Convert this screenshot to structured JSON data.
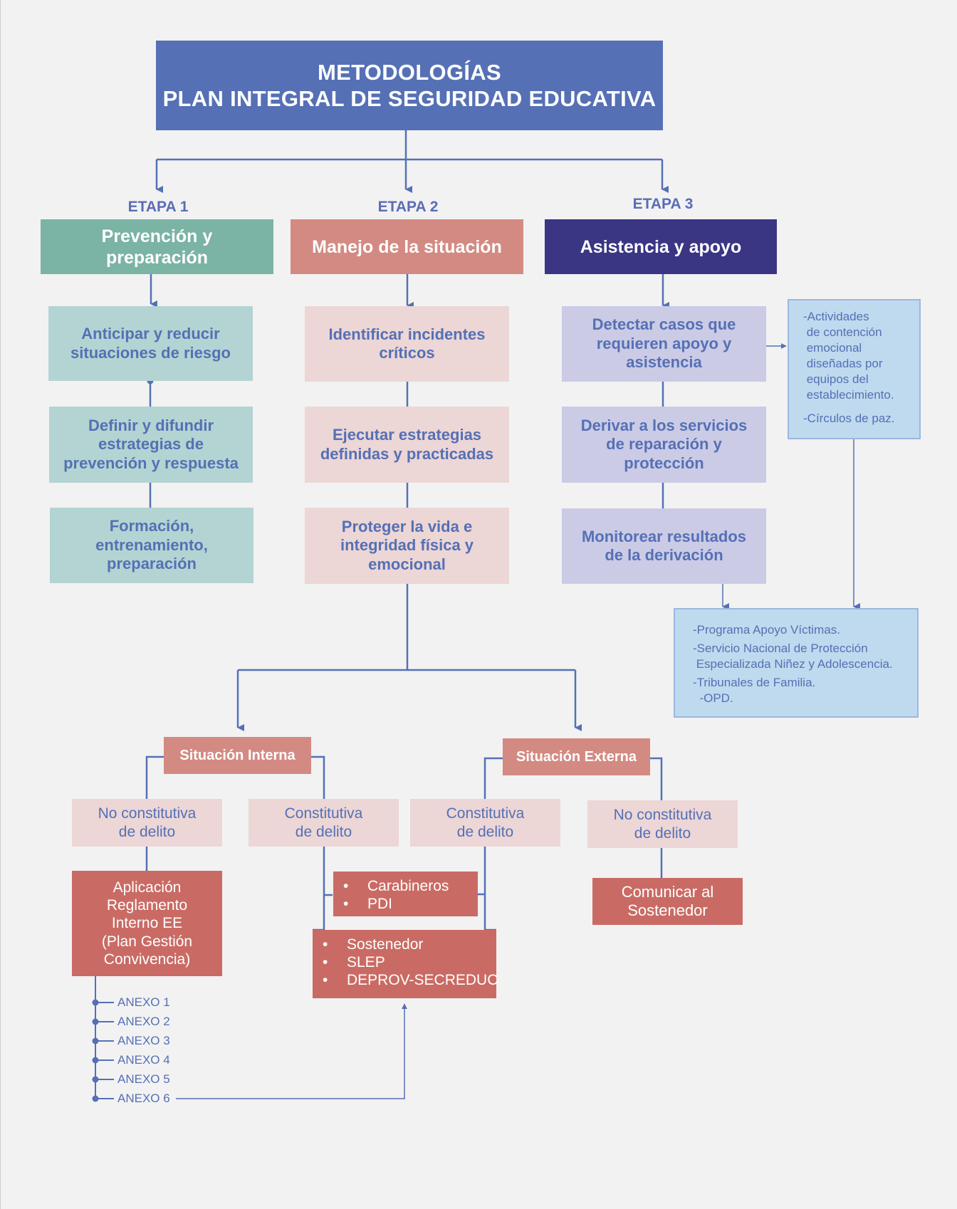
{
  "title": "METODOLOGÍAS\nPLAN INTEGRAL DE SEGURIDAD EDUCATIVA",
  "stages": [
    {
      "label": "ETAPA 1",
      "heading": "Prevención y\npreparación",
      "steps": [
        "Anticipar y reducir\nsituaciones de riesgo",
        "Definir y difundir\nestrategias de\nprevención y respuesta",
        "Formación,\nentrenamiento,\npreparación"
      ]
    },
    {
      "label": "ETAPA 2",
      "heading": "Manejo de la situación",
      "steps": [
        "Identificar incidentes\ncríticos",
        "Ejecutar estrategias\ndefinidas y practicadas",
        "Proteger la vida e\nintegridad física y\nemocional"
      ]
    },
    {
      "label": "ETAPA 3",
      "heading": "Asistencia y apoyo",
      "steps": [
        "Detectar casos que\nrequieren apoyo y\nasistencia",
        "Derivar a los servicios\nde reparación y\nprotección",
        "Monitorear resultados\nde la derivación"
      ]
    }
  ],
  "support_activities": [
    "-Actividades\n de contención\n emocional\n diseñadas por\n equipos del\n establecimiento.",
    "-Círculos de paz."
  ],
  "referral_services": [
    "-Programa Apoyo Víctimas.",
    "-Servicio Nacional de Protección\n Especializada Niñez y Adolescencia.",
    "-Tribunales de Familia.",
    "  -OPD."
  ],
  "internal": {
    "heading": "Situación Interna",
    "not_crime": "No constitutiva\nde delito",
    "crime": "Constitutiva\nde delito",
    "regulation": "Aplicación\nReglamento\nInterno EE\n(Plan Gestión\nConvivencia)",
    "annexes": [
      "ANEXO 1",
      "ANEXO 2",
      "ANEXO 3",
      "ANEXO 4",
      "ANEXO 5",
      "ANEXO 6"
    ]
  },
  "external": {
    "heading": "Situación Externa",
    "crime": "Constitutiva\nde delito",
    "not_crime": "No constitutiva\nde delito",
    "communicate": "Comunicar al\nSostenedor"
  },
  "police": [
    "Carabineros",
    "PDI"
  ],
  "authorities": [
    "Sostenedor",
    "SLEP",
    "DEPROV-SECREDUC"
  ],
  "colors": {
    "title": "#5570b5",
    "stage1": "#7bb3a5",
    "stage2": "#d38a82",
    "stage3": "#3a3684",
    "connector": "#5570b5",
    "action": "#c96b64"
  }
}
